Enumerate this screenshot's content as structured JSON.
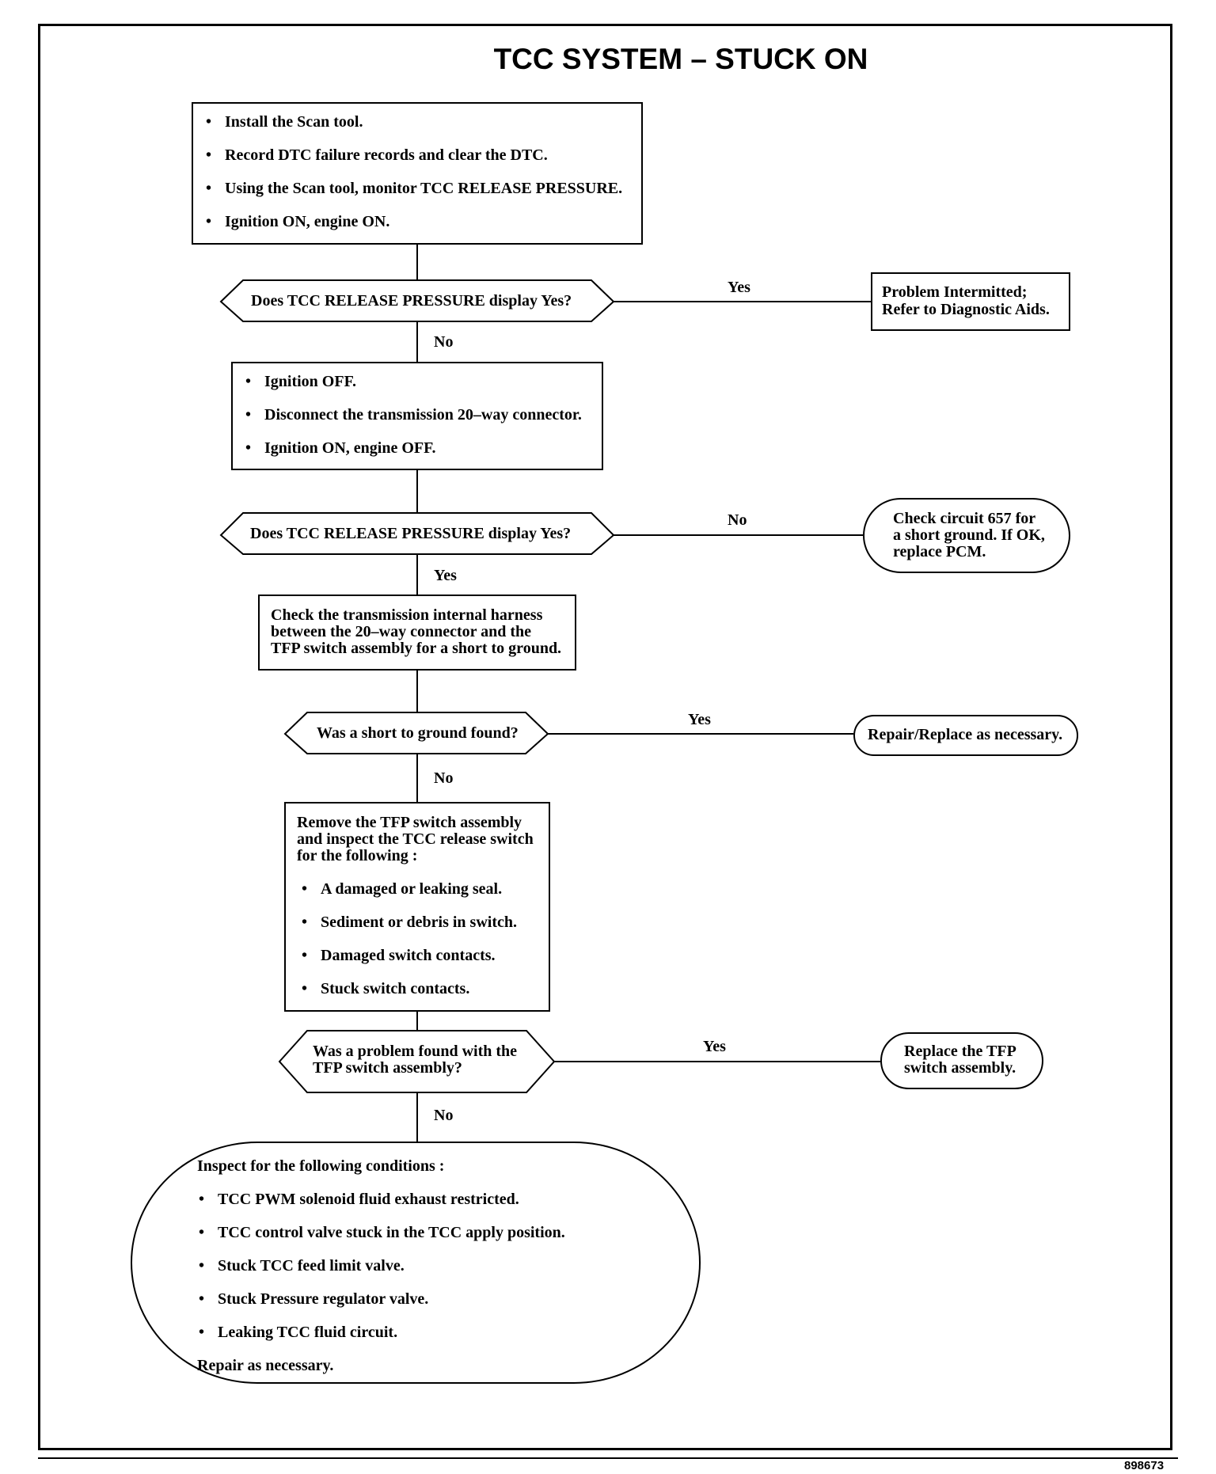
{
  "title": "TCC SYSTEM – STUCK ON",
  "figure_number": "898673",
  "step1": {
    "items": [
      "Install the Scan tool.",
      "Record DTC failure records and clear the DTC.",
      "Using the Scan tool, monitor TCC RELEASE PRESSURE.",
      "Ignition ON, engine ON."
    ]
  },
  "decision1": {
    "question": "Does TCC RELEASE PRESSURE display Yes?",
    "yes_label": "Yes",
    "no_label": "No",
    "yes_result": "Problem Intermitted;\nRefer to Diagnostic Aids."
  },
  "step2": {
    "items": [
      "Ignition OFF.",
      "Disconnect the transmission 20–way connector.",
      "Ignition ON, engine OFF."
    ]
  },
  "decision2": {
    "question": "Does TCC RELEASE PRESSURE display Yes?",
    "no_label": "No",
    "yes_label": "Yes",
    "no_result": "Check circuit 657 for\na short ground. If OK,\nreplace PCM."
  },
  "step3": {
    "text": "Check the transmission internal harness\nbetween the 20–way connector and the\nTFP switch assembly for a short to ground."
  },
  "decision3": {
    "question": "Was a short to ground found?",
    "yes_label": "Yes",
    "no_label": "No",
    "yes_result": "Repair/Replace as necessary."
  },
  "step4": {
    "intro": "Remove the TFP switch assembly\nand inspect the TCC release switch\nfor the following :",
    "items": [
      "A damaged or leaking seal.",
      "Sediment or debris in switch.",
      "Damaged switch contacts.",
      "Stuck switch contacts."
    ]
  },
  "decision4": {
    "question": "Was a problem found with the\nTFP switch assembly?",
    "yes_label": "Yes",
    "no_label": "No",
    "yes_result": "Replace the TFP\nswitch assembly."
  },
  "final": {
    "intro": "Inspect for the following conditions :",
    "items": [
      "TCC PWM solenoid fluid exhaust restricted.",
      "TCC control valve stuck in the TCC apply position.",
      "Stuck TCC feed limit valve.",
      "Stuck Pressure regulator valve.",
      "Leaking TCC fluid circuit."
    ],
    "outro": "Repair as necessary."
  }
}
